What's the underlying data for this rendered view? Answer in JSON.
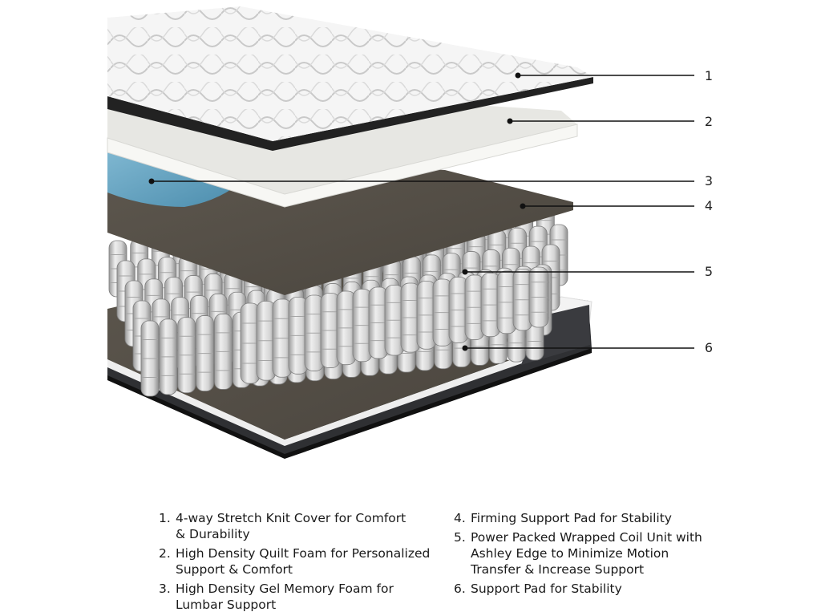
{
  "callouts": [
    "1",
    "2",
    "3",
    "4",
    "5",
    "6"
  ],
  "legend": [
    {
      "num": "1.",
      "text": "4-way Stretch Knit Cover for Comfort\n& Durability"
    },
    {
      "num": "2.",
      "text": "High Density Quilt Foam for Personalized\nSupport & Comfort"
    },
    {
      "num": "3.",
      "text": "High Density Gel Memory Foam for\nLumbar Support"
    },
    {
      "num": "4.",
      "text": "Firming Support Pad for Stability"
    },
    {
      "num": "5.",
      "text": "Power Packed Wrapped Coil Unit with\nAshley Edge to Minimize Motion\nTransfer & Increase Support"
    },
    {
      "num": "6.",
      "text": "Support Pad for Stability"
    }
  ],
  "colors": {
    "cover": "#f4f4f4",
    "quilt_foam": "#e9e9e4",
    "gel_foam": "#5f9fbd",
    "support_pad": "#58524a",
    "coils": "#c4c4c4",
    "base": "#2f3033"
  }
}
